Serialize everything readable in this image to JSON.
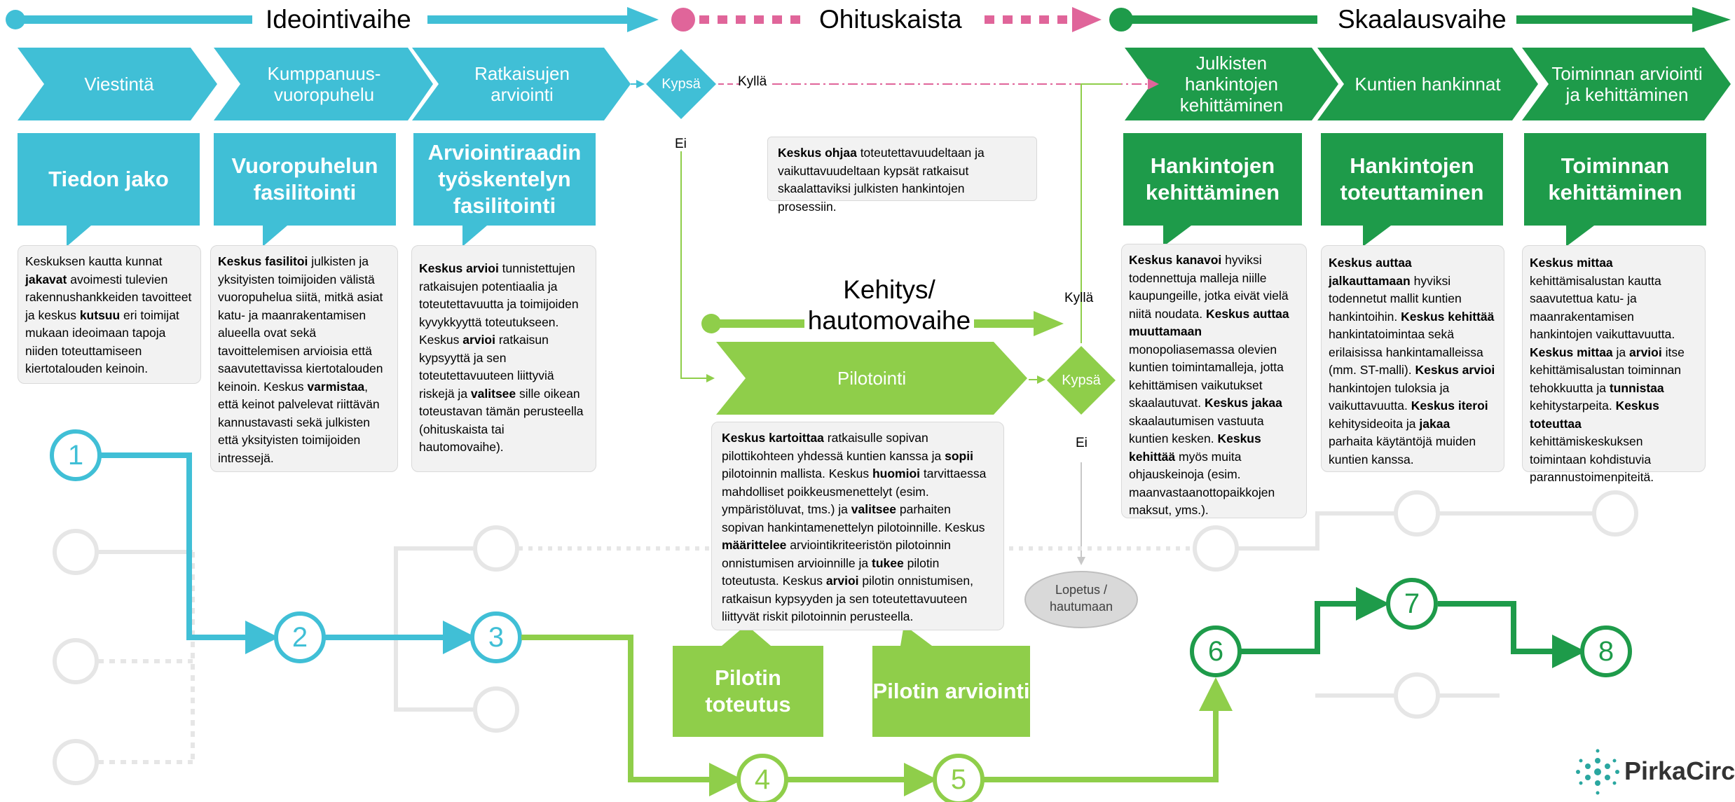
{
  "phases": {
    "ideation": "Ideointivaihe",
    "bypass": "Ohituskaista",
    "scaling": "Skaalausvaihe",
    "development": "Kehitys/ hautomovaihe"
  },
  "chevrons": {
    "c1": "Viestintä",
    "c2": "Kumppanuus-vuoropuhelu",
    "c3": "Ratkaisujen arviointi",
    "c4": "Julkisten hankintojen kehittäminen",
    "c5": "Kuntien hankinnat",
    "c6": "Toiminnan arviointi ja kehittäminen",
    "pilot": "Pilotointi"
  },
  "callouts": {
    "k1": "Tiedon jako",
    "k2": "Vuoropuhelun fasilitointi",
    "k3": "Arviointiraadin työskentelyn fasilitointi",
    "k4": "Hankintojen kehittäminen",
    "k5": "Hankintojen toteuttaminen",
    "k6": "Toiminnan kehittäminen",
    "p1": "Pilotin toteutus",
    "p2": "Pilotin arviointi"
  },
  "decisions": {
    "d1": "Kypsä",
    "d2": "Kypsä",
    "yes1": "Kyllä",
    "no1": "Ei",
    "yes2": "Kyllä",
    "no2": "Ei",
    "end": "Lopetus / hautumaan"
  },
  "descriptions": {
    "t1": "Keskuksen kautta kunnat <b>jakavat</b> avoimesti tulevien rakennushankkeiden tavoitteet ja keskus <b>kutsuu</b> eri toimijat mukaan ideoimaan tapoja niiden toteuttamiseen kiertotalouden keinoin.",
    "t2": "<b>Keskus fasilitoi</b> julkisten ja yksityisten toimijoiden välistä vuoropuhelua siitä, mitkä asiat katu- ja maanrakentamisen alueella ovat sekä tavoittelemisen arvioisia että saavutettavissa kiertotalouden keinoin. Keskus <b>varmistaa</b>, että keinot palvelevat riittävän kannustavasti sekä julkisten että yksityisten toimijoiden intressejä.",
    "t3": "<b>Keskus arvioi</b> tunnistettujen ratkaisujen potentiaalia ja toteutettavuutta ja toimijoiden kyvykkyyttä toteutukseen. Keskus <b>arvioi</b> ratkaisun kypsyyttä ja sen toteutettavuuteen liittyviä riskejä ja <b>valitsee</b> sille oikean toteustavan tämän perusteella (ohituskaista tai hautomovaihe).",
    "t4": "<b>Keskus kanavoi</b> hyviksi todennettuja malleja niille kaupungeille, jotka eivät vielä niitä noudata. <b>Keskus auttaa muuttamaan</b> monopoliasemassa olevien kuntien toimintamalleja, jotta kehittämisen vaikutukset skaalautuvat. <b>Keskus jakaa</b> skaalautumisen vastuuta kuntien kesken. <b>Keskus kehittää</b> myös muita ohjauskeinoja (esim. maanvastaanottopaikkojen maksut, yms.).",
    "t5": "<b>Keskus auttaa jalkauttamaan</b> hyviksi todennetut mallit kuntien hankintoihin. <b>Keskus kehittää</b> hankintatoimintaa sekä erilaisissa hankintamalleissa (mm. ST-malli). <b>Keskus arvioi</b> hankintojen tuloksia ja vaikuttavuutta. <b>Keskus iteroi</b> kehitysideoita ja <b>jakaa</b> parhaita käytäntöjä muiden kuntien kanssa.",
    "t6": "<b>Keskus mittaa</b> kehittämisalustan kautta saavutettua katu- ja maanrakentamisen hankintojen vaikuttavuutta. <b>Keskus mittaa</b> ja <b>arvioi</b> itse kehittämisalustan toiminnan tehokkuutta ja <b>tunnistaa</b> kehitystarpeita. <b>Keskus toteuttaa</b> kehittämiskeskuksen toimintaan kohdistuvia parannustoimenpiteitä.",
    "bypass": "<b>Keskus ohjaa</b> toteutettavuudeltaan ja vaikuttavuudeltaan kypsät ratkaisut skaalattaviksi julkisten hankintojen prosessiin.",
    "pilot": "<b>Keskus kartoittaa</b> ratkaisulle sopivan pilottikohteen yhdessä kuntien kanssa ja <b>sopii</b> pilotoinnin mallista. Keskus <b>huomioi</b> tarvittaessa mahdolliset poikkeusmenettelyt (esim. ympäristöluvat, tms.) ja <b>valitsee</b> parhaiten sopivan hankintamenettelyn pilotoinnille. Keskus <b>määrittelee</b> arviointikriteeristön pilotoinnin onnistumisen arvioinnille ja <b>tukee</b> pilotin toteutusta. Keskus <b>arvioi</b> pilotin onnistumisen, ratkaisun kypsyyden ja sen toteutettavuuteen liittyvät riskit pilotoinnin perusteella."
  },
  "steps": [
    "1",
    "2",
    "3",
    "4",
    "5",
    "6",
    "7",
    "8"
  ],
  "logo": "PirkaCirc",
  "colors": {
    "blue": "#40bfd6",
    "pink": "#e0659a",
    "green_dark": "#1e9b4a",
    "green_light": "#8fce4a",
    "grey": "#d9d9d9"
  }
}
